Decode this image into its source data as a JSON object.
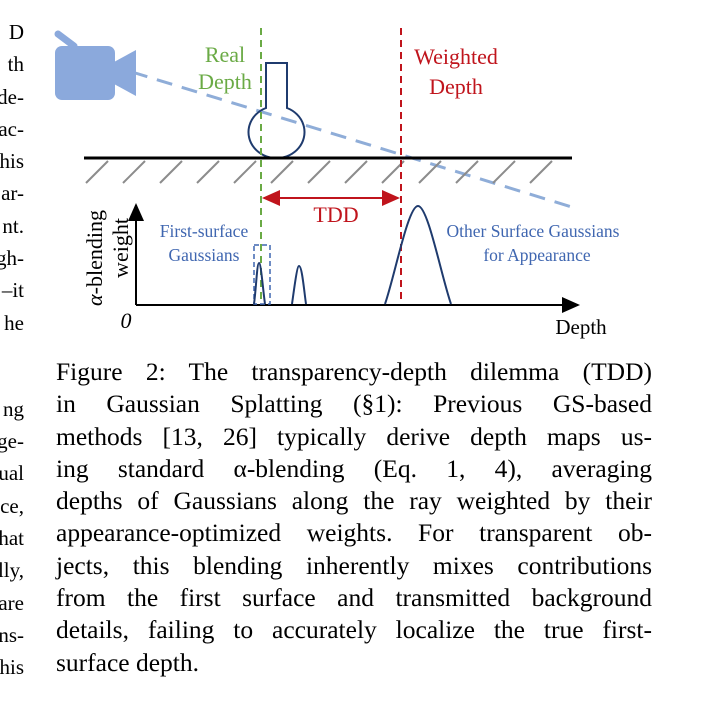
{
  "left_column_fragments": [
    "D",
    "th",
    "de-",
    "ac-",
    "his",
    "ar-",
    "nt.",
    "gh-",
    "–it",
    "he",
    "ng",
    "ge-",
    "ual",
    "ce,",
    "hat",
    "lly,",
    "are",
    "ns-",
    "his"
  ],
  "figure": {
    "labels": {
      "real_depth_line1": "Real",
      "real_depth_line2": "Depth",
      "weighted_depth_line1": "Weighted",
      "weighted_depth_line2": "Depth",
      "tdd": "TDD",
      "first_surface_line1": "First-surface",
      "first_surface_line2": "Gaussians",
      "other_surface_line1": "Other Surface Gaussians",
      "other_surface_line2": "for Appearance",
      "y_axis_alpha": "α",
      "y_axis_line1_rest": "-blending",
      "y_axis_line2": "weight",
      "origin": "0",
      "x_axis": "Depth"
    },
    "colors": {
      "real_depth": "#6aaa45",
      "weighted_depth": "#c0141c",
      "gaussian_curve": "#1f3b6e",
      "annotation_blue": "#3f66b0",
      "camera_ray": "#8fadd8",
      "camera": "#8ba9dc",
      "axis": "#000000",
      "ground_hatch": "#8c8c8c"
    },
    "icons": [
      "camera-icon",
      "flask-icon"
    ]
  },
  "caption": {
    "lines": [
      "Figure 2: The transparency-depth dilemma (TDD)",
      "in Gaussian Splatting (§1): Previous GS-based",
      "methods [13, 26] typically derive depth maps us-",
      "ing standard α-blending (Eq. 1, 4), averaging",
      "depths of Gaussians along the ray weighted by their",
      "appearance-optimized weights. For transparent ob-",
      "jects, this blending inherently mixes contributions",
      "from the first surface and transmitted background",
      "details, failing to accurately localize the true first-",
      "surface depth."
    ]
  }
}
